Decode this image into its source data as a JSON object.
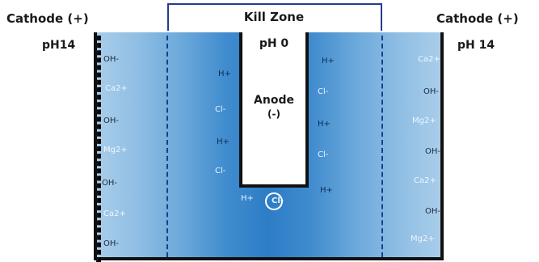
{
  "header": {
    "cathode_left": "Cathode (+)",
    "kill_zone": "Kill Zone",
    "cathode_right": "Cathode (+)"
  },
  "ph": {
    "left": "pH14",
    "anode": "pH 0",
    "right": "pH 14"
  },
  "anode": {
    "label": "Anode",
    "sign": "(-)"
  },
  "ions": {
    "left": [
      "OH-",
      "Ca2+",
      "OH-",
      "Mg2+",
      "OH-",
      "Ca2+",
      "OH-"
    ],
    "right": [
      "Ca2+",
      "OH-",
      "Mg2+",
      "OH-",
      "Ca2+",
      "OH-",
      "Mg2+"
    ],
    "near_left": [
      "H+",
      "Cl-",
      "H+",
      "Cl-"
    ],
    "near_right": [
      "H+",
      "Cl-",
      "H+",
      "Cl-",
      "H+"
    ],
    "bottom_h": "H+",
    "bottom_cl": "Cl-"
  },
  "colors": {
    "border": "#111111",
    "kill_zone_bracket": "#243b8f",
    "dashed_line": "#1b3f8a",
    "electrolyte_center": "#2d7dc6",
    "electrolyte_edge": "#a9cdea"
  }
}
